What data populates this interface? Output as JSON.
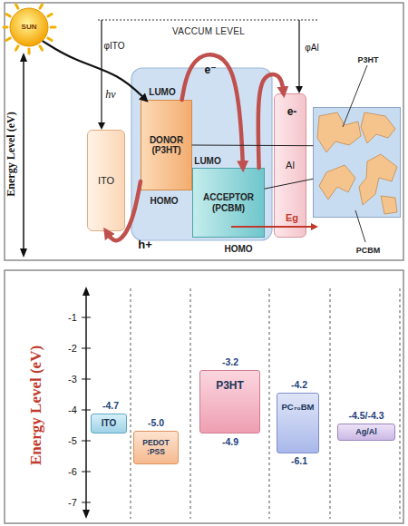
{
  "diagram": {
    "nodes": [
      {
        "text": [
          "SUN"
        ]
      },
      {
        "text": [
          "ITO"
        ]
      },
      {
        "text": [
          "LUMO",
          "DONOR (P3HT)",
          "HOMO"
        ]
      },
      {
        "text": [
          "LUMO",
          "ACCEPTOR (PCBM)",
          "HOMO"
        ]
      },
      {
        "text": [
          "Al"
        ]
      },
      {
        "text": [
          "P3HT",
          "PCBM"
        ]
      },
      {
        "text": [
          "ITO"
        ]
      },
      {
        "text": [
          "PEDOT :PSS"
        ]
      },
      {
        "text": [
          "P3HT"
        ]
      },
      {
        "text": [
          "PC₇₀BM"
        ]
      },
      {
        "text": [
          "Ag/Al"
        ]
      }
    ],
    "edges": [
      {
        "from": 0,
        "to": 2,
        "arrow": "to",
        "label": "hν"
      },
      {
        "from": 2,
        "to": 3,
        "arrow": "to",
        "label": "e⁻"
      },
      {
        "from": 3,
        "to": 4,
        "arrow": "to",
        "label": "e-"
      },
      {
        "from": 2,
        "to": 1,
        "arrow": "to",
        "label": "h+"
      },
      {
        "from": 5,
        "to": 2,
        "arrow": "none"
      },
      {
        "from": 5,
        "to": 3,
        "arrow": "none"
      }
    ],
    "labels": [
      "VACCUM LEVEL",
      "Energy Level (eV)",
      "φITO",
      "φAl",
      "Eg",
      "Energy Level (eV)",
      "-1",
      "-2",
      "-3",
      "-4",
      "-5",
      "-6",
      "-7",
      "-4.7",
      "-5.0",
      "-3.2",
      "-4.9",
      "-4.2",
      "-6.1",
      "-4.5/-4.3"
    ]
  }
}
